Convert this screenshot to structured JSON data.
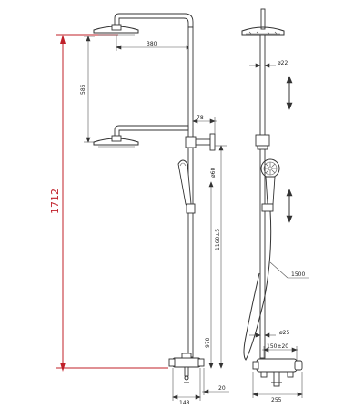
{
  "dimensions": {
    "total_height": "1712",
    "overhead_arm": "380",
    "head_drop": "586",
    "handshower_reach": "78",
    "diameter_60": "ø60",
    "diameter_22": "ø22",
    "diameter_25": "ø25",
    "range_height": "1160±5",
    "lower_height": "970",
    "center_distance": "150±20",
    "hose_length": "1500",
    "mixer_width": "148",
    "mixer_offset": "20",
    "mixer_depth": "255"
  }
}
